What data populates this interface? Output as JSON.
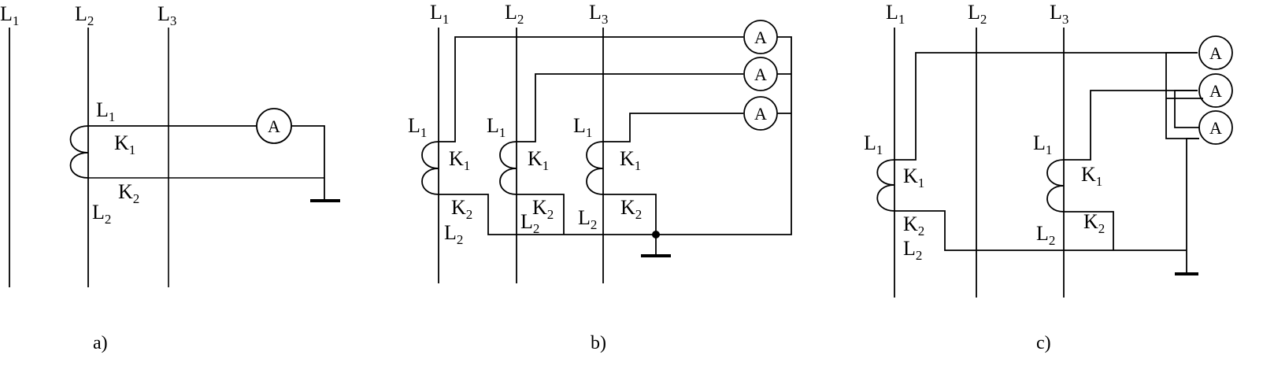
{
  "phase_prefix": "L",
  "terminal_prefix": "K",
  "meter_label": "A",
  "sub1": "1",
  "sub2": "2",
  "sub3": "3",
  "captions": [
    "a)",
    "b)",
    "c)"
  ]
}
